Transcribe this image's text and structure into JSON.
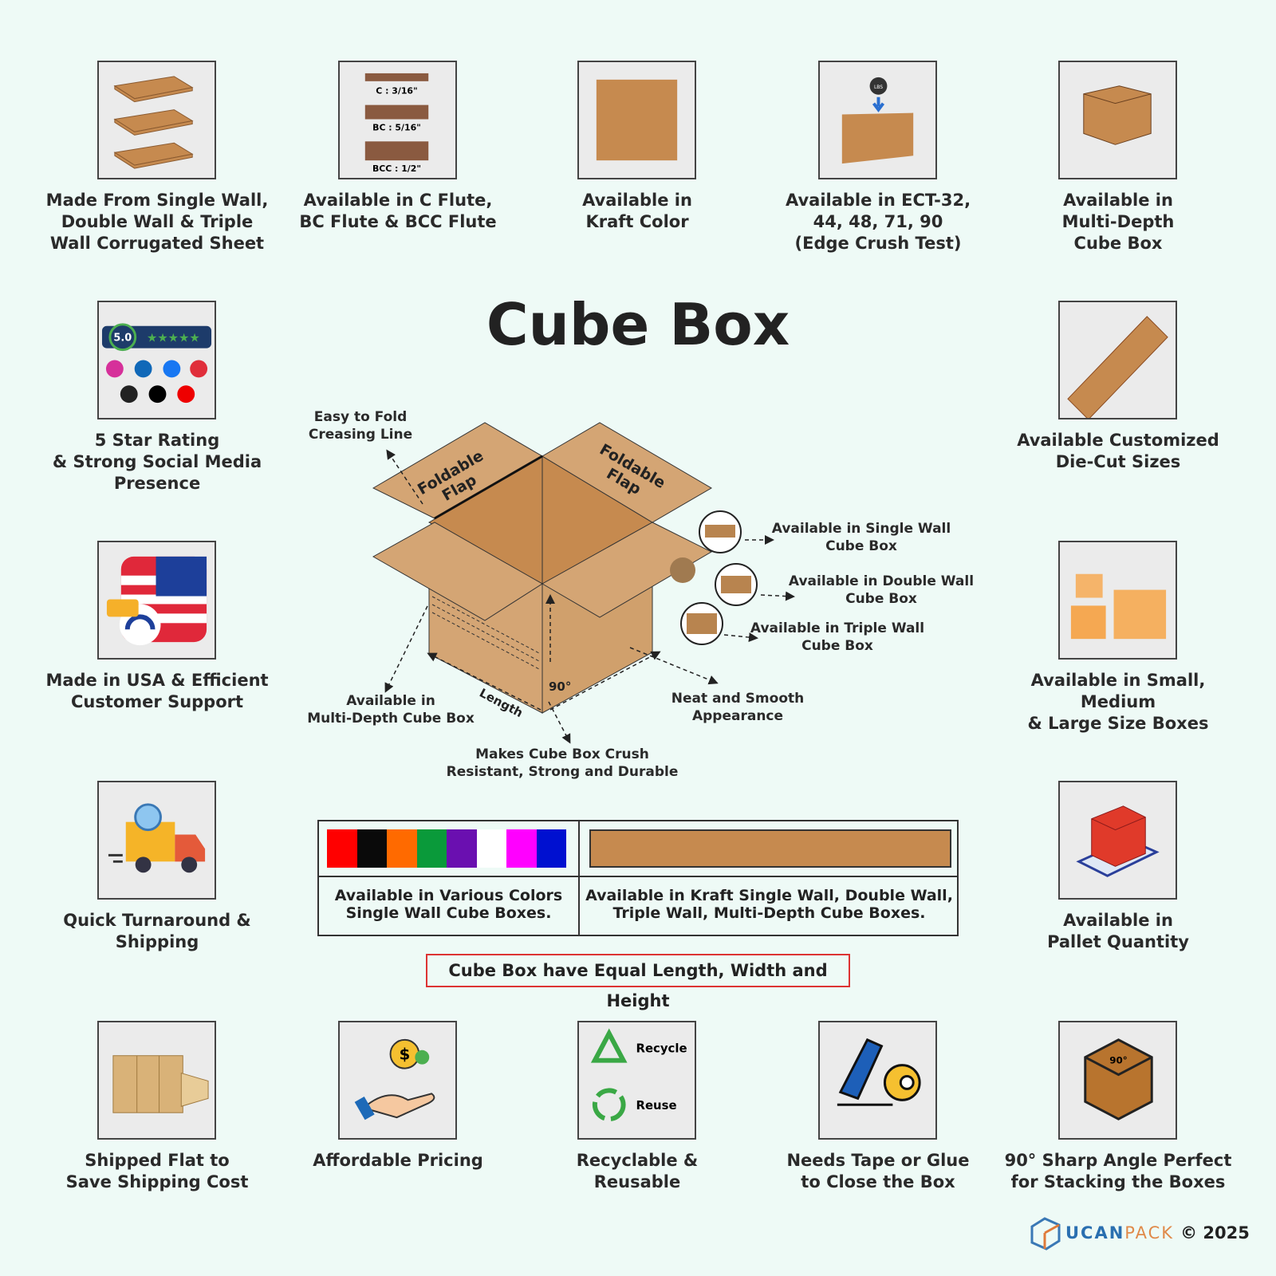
{
  "title": "Cube Box",
  "features": [
    {
      "lines": [
        "Made From Single Wall,",
        "Double Wall & Triple",
        "Wall Corrugated Sheet"
      ],
      "icon": "stacked-sheets-icon"
    },
    {
      "lines": [
        "Available in C Flute,",
        "BC Flute & BCC Flute"
      ],
      "icon": "flute-types-icon",
      "flutes": [
        "C : 3/16\"",
        "BC : 5/16\"",
        "BCC : 1/2\""
      ]
    },
    {
      "lines": [
        "Available in",
        "Kraft Color"
      ],
      "icon": "kraft-swatch-icon"
    },
    {
      "lines": [
        "Available in ECT-32,",
        "44, 48, 71, 90",
        "(Edge Crush Test)"
      ],
      "icon": "edge-crush-test-icon",
      "weight": "LBS"
    },
    {
      "lines": [
        "Available in",
        "Multi-Depth",
        "Cube Box"
      ],
      "icon": "multi-depth-box-icon"
    },
    {
      "lines": [
        "5 Star Rating",
        "& Strong Social Media",
        "Presence"
      ],
      "icon": "rating-social-icon",
      "rating": "5.0",
      "stars": "★★★★★"
    },
    {
      "lines": [
        "Available Customized",
        "Die-Cut Sizes"
      ],
      "icon": "die-cut-icon"
    },
    {
      "lines": [
        "Made in USA & Efficient",
        "Customer Support"
      ],
      "icon": "usa-flag-support-icon"
    },
    {
      "lines": [
        "Available in Small, Medium",
        "& Large Size Boxes"
      ],
      "icon": "size-boxes-icon"
    },
    {
      "lines": [
        "Quick Turnaround &",
        "Shipping"
      ],
      "icon": "delivery-truck-icon"
    },
    {
      "lines": [
        "Available in",
        "Pallet Quantity"
      ],
      "icon": "pallet-box-icon"
    },
    {
      "lines": [
        "Shipped Flat to",
        "Save Shipping Cost"
      ],
      "icon": "flat-boxes-icon"
    },
    {
      "lines": [
        "Affordable Pricing"
      ],
      "icon": "pricing-hand-icon"
    },
    {
      "lines": [
        "Recyclable &",
        "Reusable"
      ],
      "icon": "recycle-reuse-icon",
      "recycle": "Recycle",
      "reuse": "Reuse"
    },
    {
      "lines": [
        "Needs Tape or Glue",
        "to Close the Box"
      ],
      "icon": "tape-glue-icon"
    },
    {
      "lines": [
        "90° Sharp Angle Perfect",
        "for Stacking the Boxes"
      ],
      "icon": "right-angle-box-icon",
      "angle": "90°"
    }
  ],
  "diagram": {
    "flap_left": [
      "Foldable",
      "Flap"
    ],
    "flap_right": [
      "Foldable",
      "Flap"
    ],
    "crease": [
      "Easy to Fold",
      "Creasing Line"
    ],
    "single": [
      "Available in Single Wall",
      "Cube Box"
    ],
    "double": [
      "Available in Double Wall",
      "Cube Box"
    ],
    "triple": [
      "Available in Triple Wall",
      "Cube Box"
    ],
    "multi_depth": [
      "Available in",
      "Multi-Depth Cube Box"
    ],
    "length": "Length",
    "angle": "90°",
    "neat": [
      "Neat and Smooth",
      "Appearance"
    ],
    "crush": [
      "Makes Cube Box Crush",
      "Resistant, Strong and Durable"
    ]
  },
  "colors_table": {
    "swatches": [
      "#ff0000",
      "#0a0a0a",
      "#ff6a00",
      "#0a9a3a",
      "#6a0fb0",
      "#ffffff",
      "#ff00ff",
      "#0010d0"
    ],
    "kraft": "#c68a4f",
    "left": [
      "Available in Various Colors",
      "Single Wall Cube Boxes."
    ],
    "right": [
      "Available in Kraft Single Wall, Double Wall,",
      "Triple Wall, Multi-Depth Cube Boxes."
    ]
  },
  "note": "Cube Box have Equal Length, Width and Height",
  "brand": {
    "name_a": "UCAN",
    "name_b": "PACK",
    "copyright": "© 2025"
  }
}
